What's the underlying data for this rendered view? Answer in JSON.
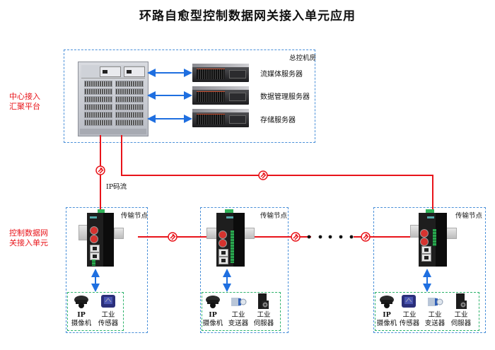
{
  "title": "环路自愈型控制数据网关接入单元应用",
  "control_room": {
    "label": "总控机房",
    "switch_icon": "chassis-switch-icon",
    "servers": [
      {
        "label": "流媒体服务器",
        "icon": "rack-server-icon"
      },
      {
        "label": "数据管理服务器",
        "icon": "rack-server-icon"
      },
      {
        "label": "存储服务器",
        "icon": "rack-server-icon"
      }
    ]
  },
  "side_labels": {
    "center": [
      "中心接入",
      "汇聚平台"
    ],
    "access": [
      "控制数据网",
      "关接入单元"
    ]
  },
  "link_label": "IP码流",
  "link_symbol": "fiber-link-icon",
  "colors": {
    "ring_line": "#e8141a",
    "zone_border": "#4a90d9",
    "device_group_border": "#2db36b",
    "arrow": "#1f6fe0",
    "side_label": "#e8141a"
  },
  "nodes": [
    {
      "label": "传输节点",
      "devices": [
        {
          "line1": "IP",
          "line2": "摄像机",
          "icon": "ip-camera-icon"
        },
        {
          "line1": "工业",
          "line2": "传感器",
          "icon": "industrial-sensor-icon"
        }
      ]
    },
    {
      "label": "传输节点",
      "devices": [
        {
          "line1": "IP",
          "line2": "摄像机",
          "icon": "ip-camera-icon"
        },
        {
          "line1": "工业",
          "line2": "变送器",
          "icon": "industrial-transmitter-icon"
        },
        {
          "line1": "工业",
          "line2": "伺服器",
          "icon": "industrial-servo-icon"
        }
      ]
    },
    {
      "label": "传输节点",
      "devices": [
        {
          "line1": "IP",
          "line2": "摄像机",
          "icon": "ip-camera-icon"
        },
        {
          "line1": "工业",
          "line2": "传感器",
          "icon": "industrial-sensor-icon"
        },
        {
          "line1": "工业",
          "line2": "变送器",
          "icon": "industrial-transmitter-icon"
        },
        {
          "line1": "工业",
          "line2": "伺服器",
          "icon": "industrial-servo-icon"
        }
      ]
    }
  ],
  "ellipsis_dots": 5
}
